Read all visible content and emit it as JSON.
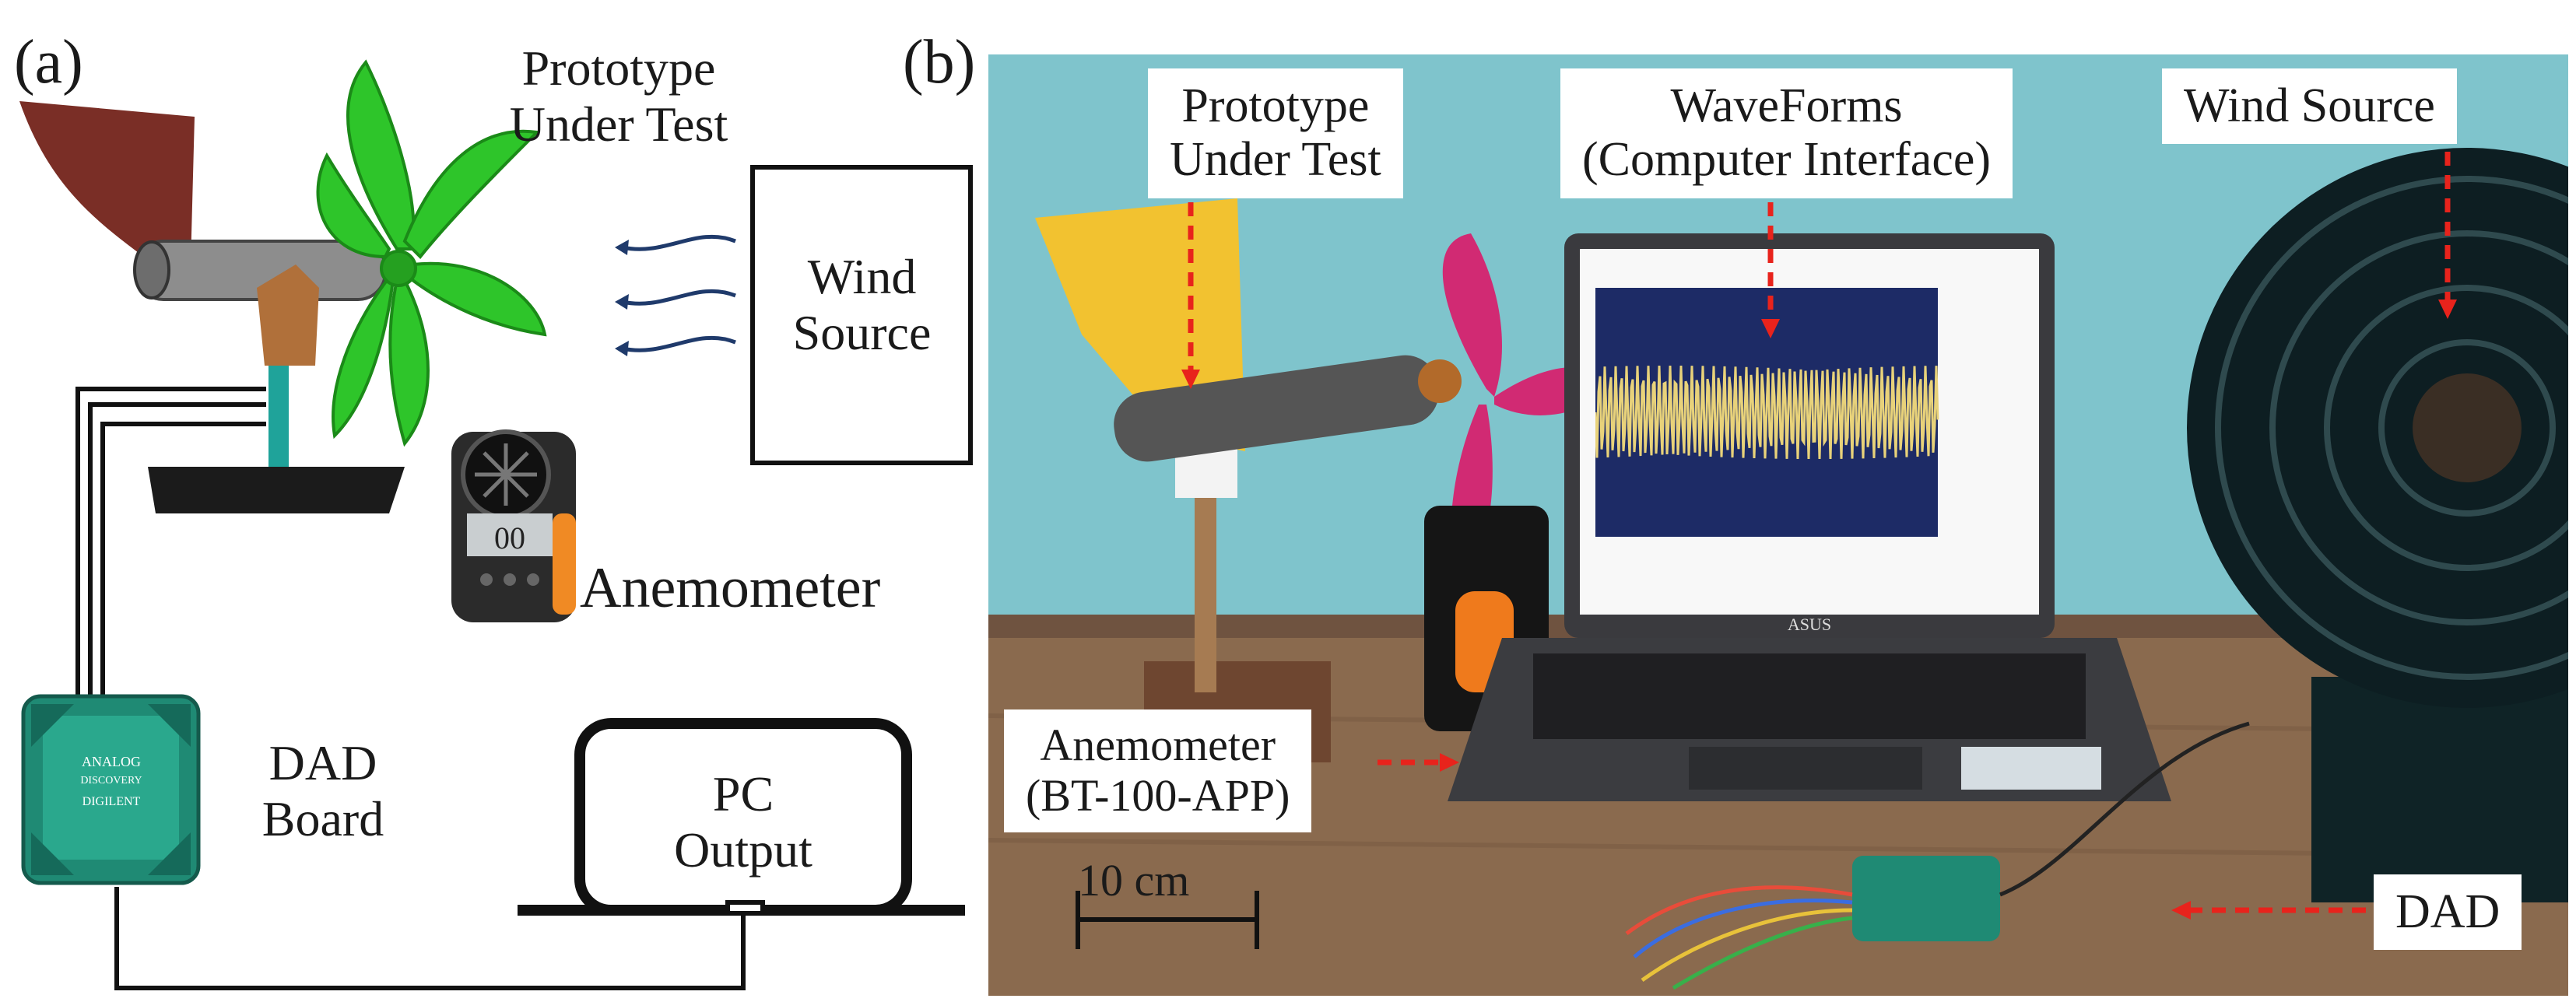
{
  "panel_a": {
    "letter": "(a)",
    "prototype_label_1": "Prototype",
    "prototype_label_2": "Under Test",
    "wind_source_1": "Wind",
    "wind_source_2": "Source",
    "anemometer": "Anemometer",
    "dad_1": "DAD",
    "dad_2": "Board",
    "pc_1": "PC",
    "pc_2": "Output",
    "device_brand_1": "ANALOG",
    "device_brand_2": "DISCOVERY",
    "device_brand_3": "DIGILENT",
    "meter_display": "00"
  },
  "panel_b": {
    "letter": "(b)",
    "prototype_label_1": "Prototype",
    "prototype_label_2": "Under Test",
    "waveforms_1": "WaveForms",
    "waveforms_2": "(Computer Interface)",
    "wind_source": "Wind Source",
    "anemometer_1": "Anemometer",
    "anemometer_2": "(BT-100-APP)",
    "dad": "DAD",
    "scale_bar": "10 cm",
    "laptop_brand": "ASUS"
  },
  "colors": {
    "wall": "#7fc4cc",
    "table": "#8a6a4e",
    "blade_green": "#2ec52a",
    "tail_brown": "#7a2e26",
    "arrow_red": "#e8231c",
    "wind_arrow": "#1f3a6b",
    "signal_yellow": "#e8d27a",
    "board_green": "#1f8a74"
  }
}
